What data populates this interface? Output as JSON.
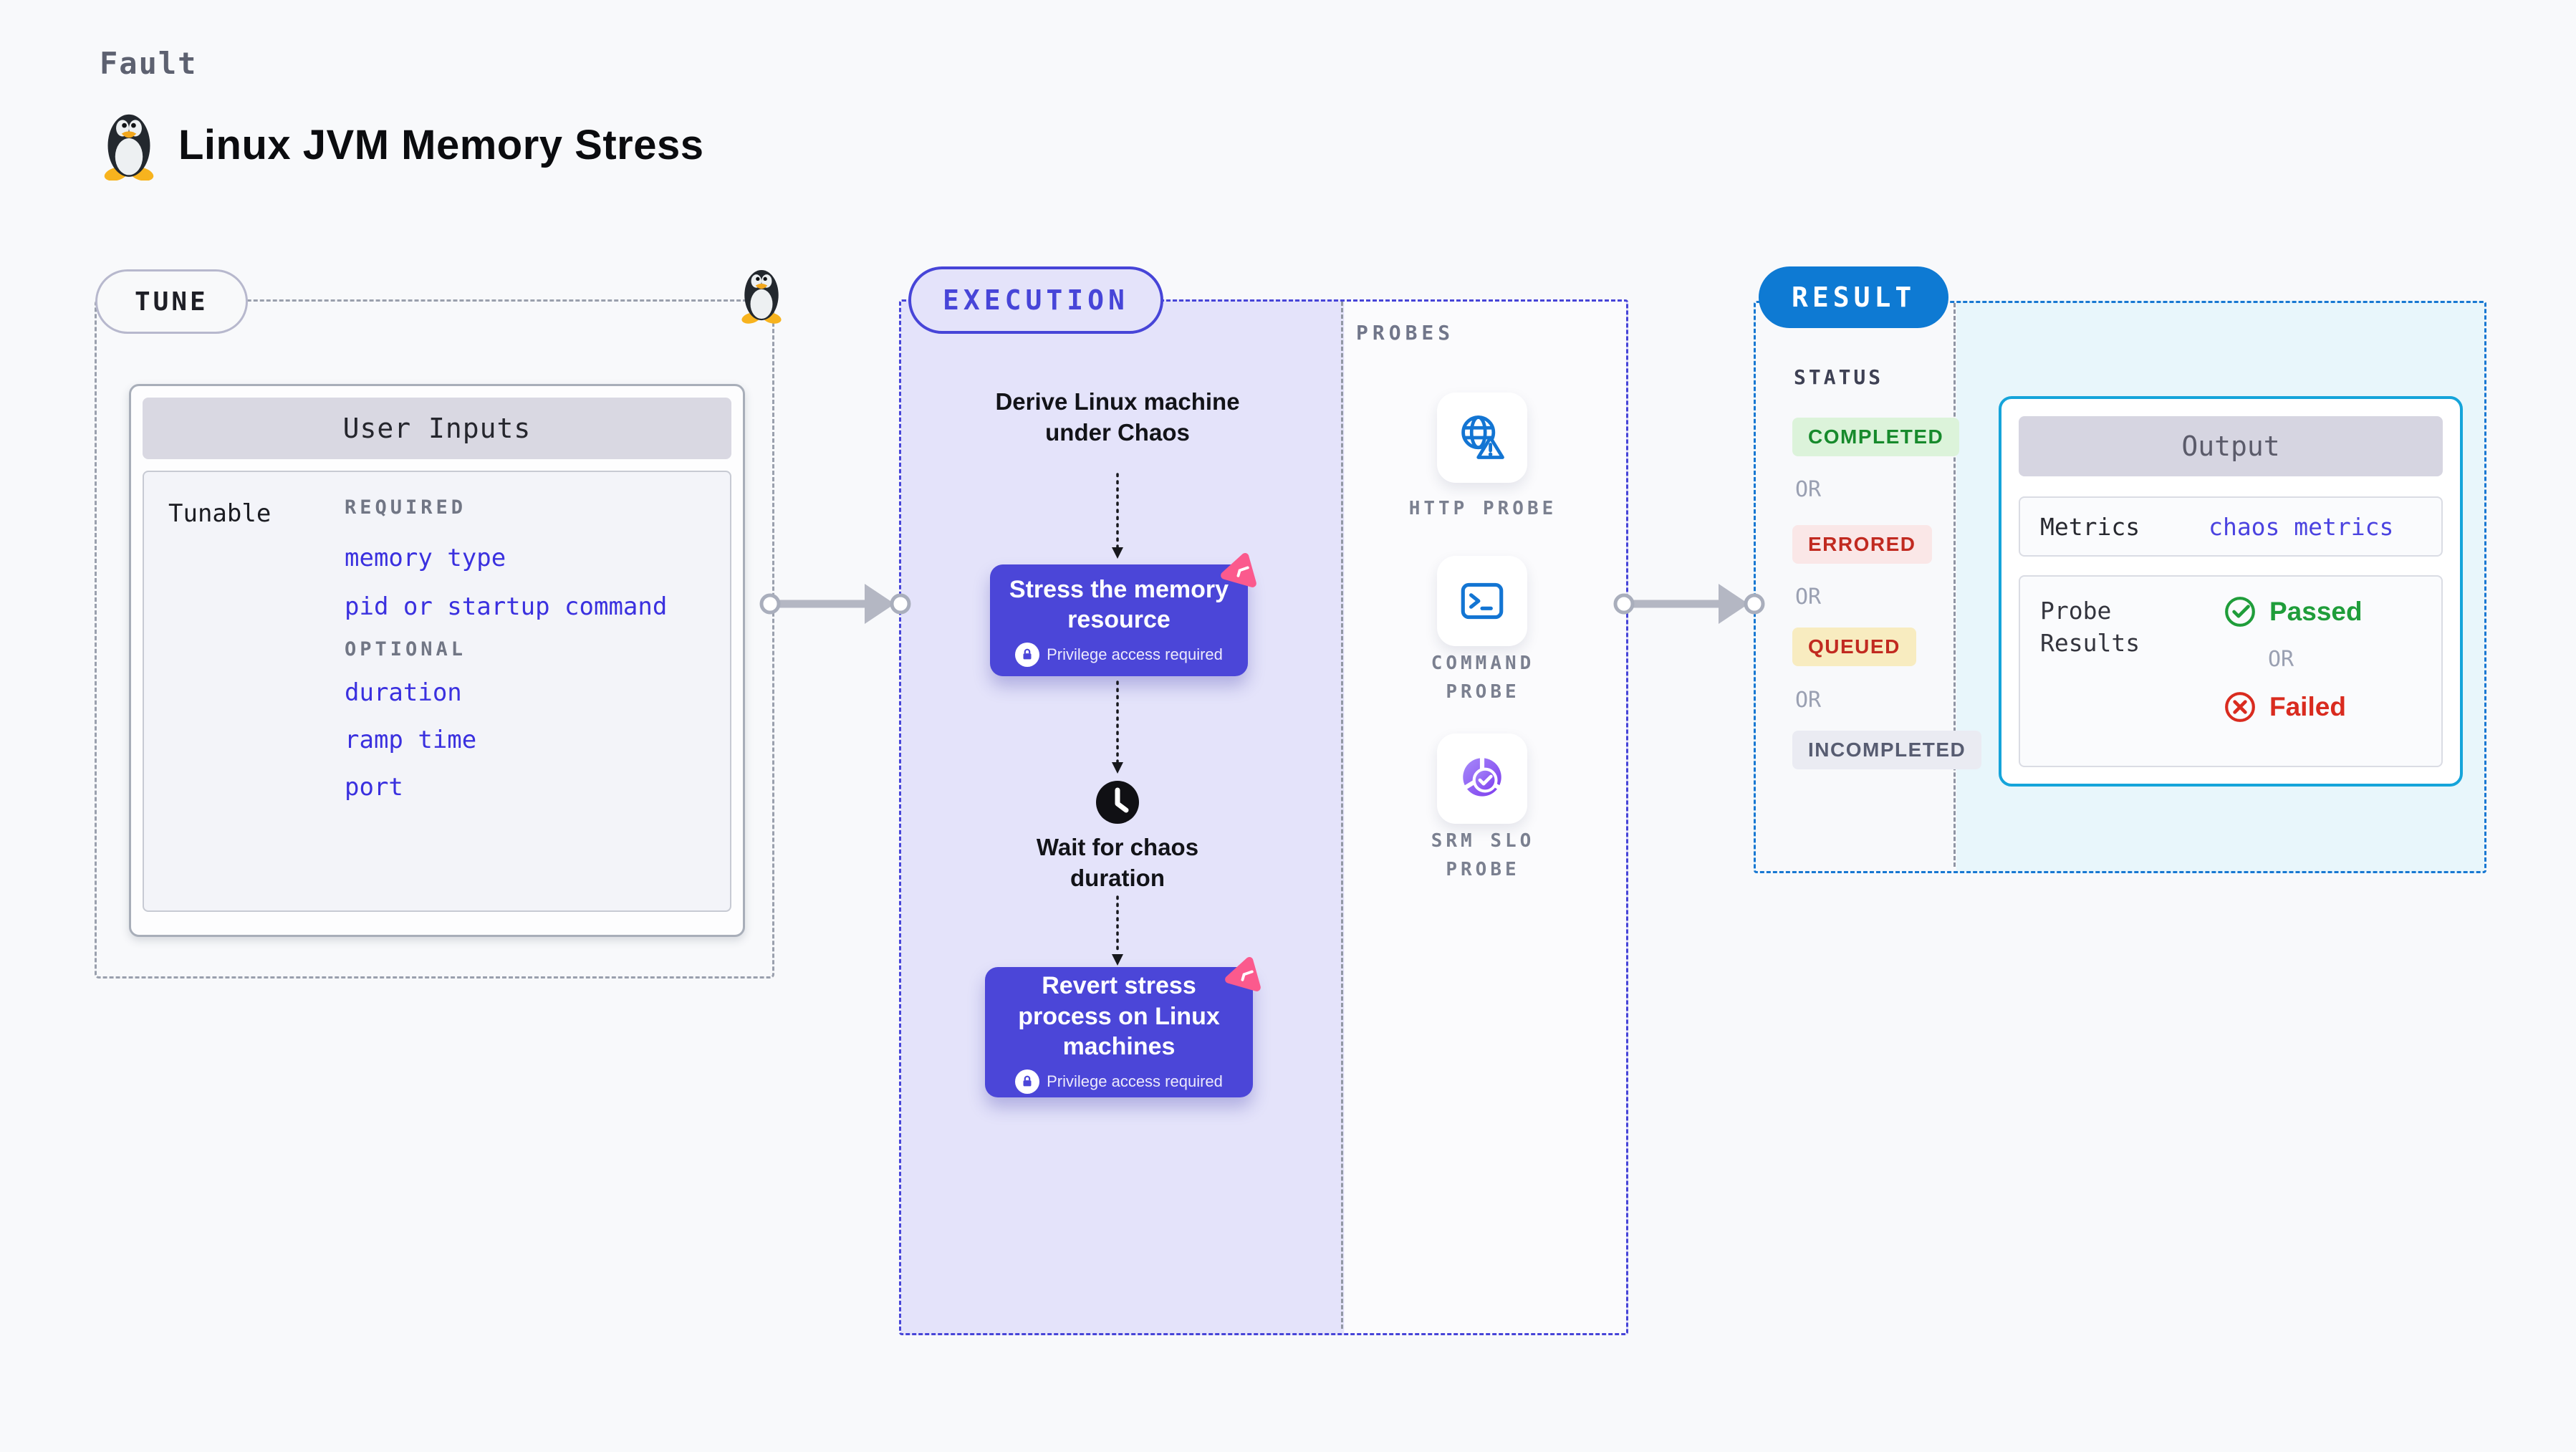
{
  "page": {
    "background": "#f8f9fb"
  },
  "header": {
    "eyebrow": "Fault",
    "title": "Linux JVM Memory Stress"
  },
  "tune": {
    "label": "TUNE",
    "panel_title": "User Inputs",
    "row_label": "Tunable",
    "required_heading": "REQUIRED",
    "required_items": [
      "memory type",
      "pid or startup command"
    ],
    "optional_heading": "OPTIONAL",
    "optional_items": [
      "duration",
      "ramp time",
      "port"
    ],
    "link_color": "#3a30df"
  },
  "execution": {
    "label": "EXECUTION",
    "derive_step": "Derive Linux machine under Chaos",
    "stress_step": "Stress the memory resource",
    "wait_step": "Wait for chaos duration",
    "revert_step": "Revert stress process on Linux machines",
    "privilege_note": "Privilege access required",
    "accent": "#4745d8",
    "node_color": "#4b46d8",
    "fill": "#e4e3fa",
    "experiment_icon_color": "#fb5a8d"
  },
  "probes": {
    "label": "PROBES",
    "items": [
      "HTTP PROBE",
      "COMMAND PROBE",
      "SRM SLO PROBE"
    ],
    "icon_color": "#1375d3",
    "srm_icon_color": "#7c3aed"
  },
  "result": {
    "label": "RESULT",
    "status_heading": "STATUS",
    "or_label": "OR",
    "badges": [
      {
        "label": "COMPLETED",
        "bg": "#dcf3da",
        "color": "#178a2c"
      },
      {
        "label": "ERRORED",
        "bg": "#fae7e7",
        "color": "#c12a20"
      },
      {
        "label": "QUEUED",
        "bg": "#f8ecc0",
        "color": "#c12a20"
      },
      {
        "label": "INCOMPLETED",
        "bg": "#eaebf2",
        "color": "#575c71"
      }
    ],
    "accent": "#0e7ad3",
    "fill": "#e8f6fb"
  },
  "output": {
    "title": "Output",
    "metrics_label": "Metrics",
    "metrics_value": "chaos metrics",
    "probe_results_label": "Probe Results",
    "passed_label": "Passed",
    "or_label": "OR",
    "failed_label": "Failed",
    "passed_color": "#1f9d3a",
    "failed_color": "#d92b1f",
    "border_color": "#15a4da"
  }
}
